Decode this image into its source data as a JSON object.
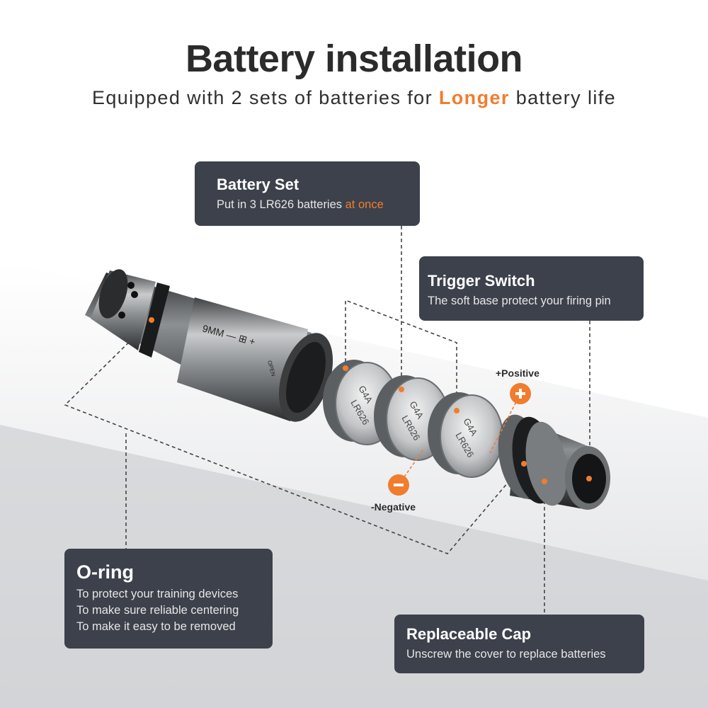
{
  "heading": {
    "title": "Battery installation",
    "subtitle_before": "Equipped with 2 sets of batteries for ",
    "subtitle_accent": "Longer",
    "subtitle_after": " battery life"
  },
  "callouts": {
    "battery_set": {
      "title": "Battery Set",
      "text_before": "Put in 3 LR626 batteries ",
      "text_accent": "at once"
    },
    "trigger_switch": {
      "title": "Trigger Switch",
      "text": "The soft base protect your firing pin"
    },
    "o_ring": {
      "title": "O-ring",
      "lines": [
        "To protect your training devices",
        "To make sure reliable centering",
        "To make it easy to be removed"
      ]
    },
    "replaceable_cap": {
      "title": "Replaceable Cap",
      "text": "Unscrew the cover to replace batteries"
    }
  },
  "product": {
    "body_marking": "9MM — ⊞ +",
    "open_marking": "OPEN",
    "battery_brand": "G4A",
    "battery_model": "LR626",
    "positive_label": "+Positive",
    "negative_label": "-Negative"
  },
  "colors": {
    "accent": "#f07d2e",
    "callout_bg": "#3c414b",
    "text_dark": "#2b2b2b"
  }
}
